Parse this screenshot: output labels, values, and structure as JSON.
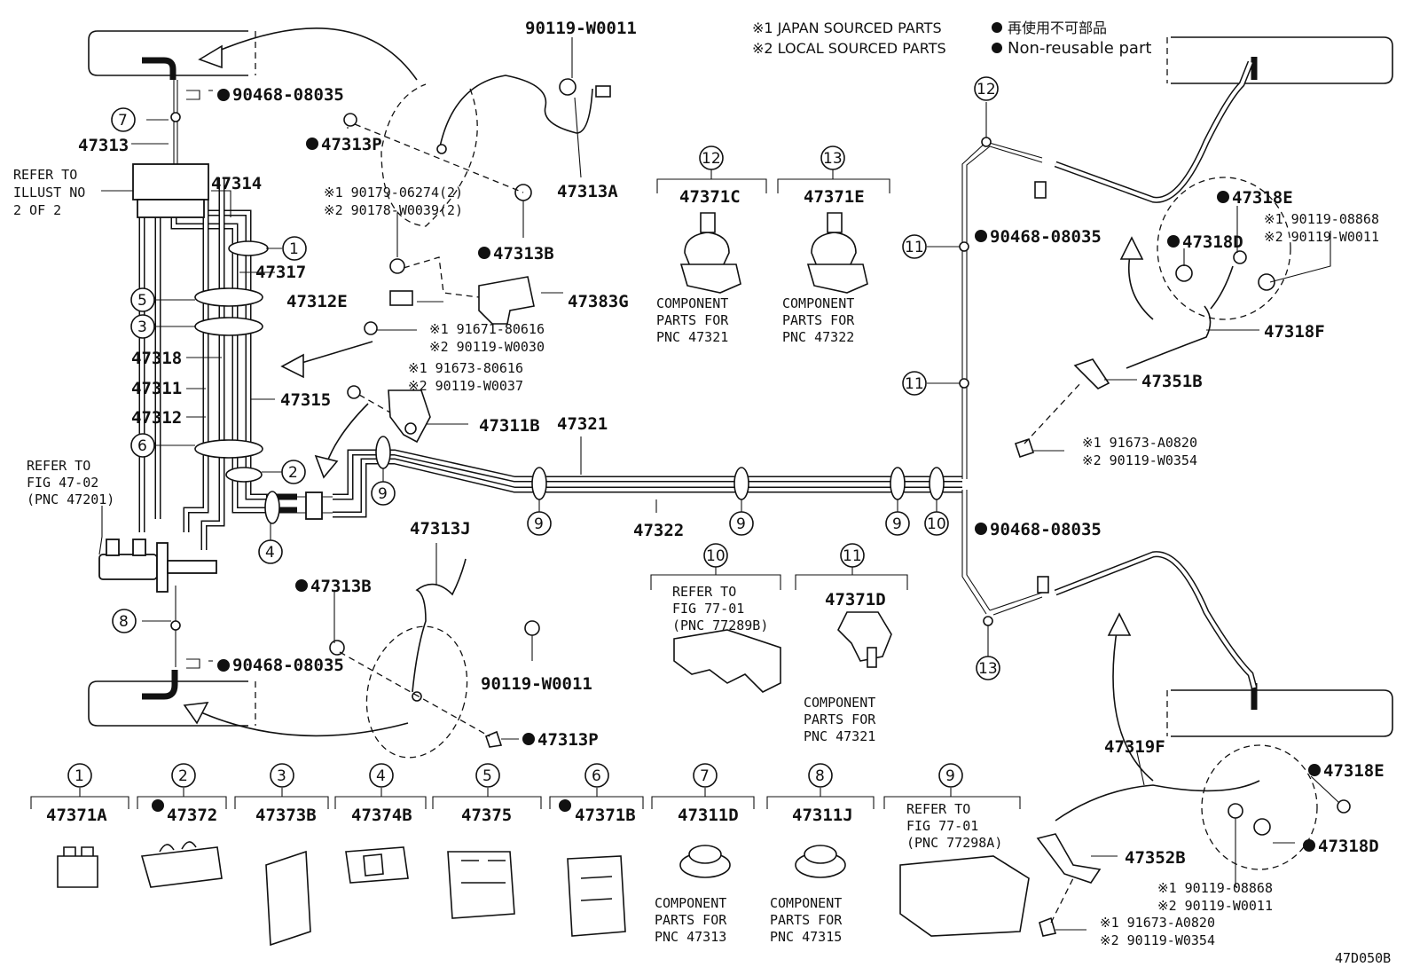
{
  "legend": {
    "japan": "※1 JAPAN SOURCED PARTS",
    "local": "※2 LOCAL SOURCED PARTS",
    "nonreusable_jp": "再使用不可部品",
    "nonreusable_en": "Non-reusable part"
  },
  "refer": {
    "illust_1": "REFER TO",
    "illust_2": "ILLUST NO",
    "illust_3": "2 OF 2",
    "fig_1": "REFER TO",
    "fig_2": "FIG 47-02",
    "fig_3": "(PNC 47201)"
  },
  "parts": {
    "p47313": "47313",
    "p47314": "47314",
    "p47317": "47317",
    "p47318": "47318",
    "p47311": "47311",
    "p47312": "47312",
    "p47315": "47315",
    "p47313P_top": "47313P",
    "p47313A": "47313A",
    "p47313B_top": "47313B",
    "p47312E": "47312E",
    "p47383G": "47383G",
    "p47311B": "47311B",
    "p47321": "47321",
    "p47322": "47322",
    "p47313J": "47313J",
    "p47313B_bot": "47313B",
    "p47313P_bot": "47313P",
    "p47318E_top": "47318E",
    "p47318D_top": "47318D",
    "p47318F": "47318F",
    "p47351B": "47351B",
    "p47319F": "47319F",
    "p47318E_bot": "47318E",
    "p47318D_bot": "47318D",
    "p47352B": "47352B",
    "b90119_W0011_top": "90119-W0011",
    "b90119_W0011_mid": "90119-W0011",
    "b90468_top": "90468-08035",
    "b90468_bot": "90468-08035",
    "b90468_r1": "90468-08035",
    "b90468_r2": "90468-08035",
    "s1_90179": "※1 90179-06274(2)",
    "s2_90178": "※2 90178-W0039(2)",
    "s1_91671": "※1 91671-80616",
    "s2_90119_30": "※2 90119-W0030",
    "s1_91673": "※1 91673-80616",
    "s2_90119_37": "※2 90119-W0037",
    "s1_90119_08868_top": "※1 90119-08868",
    "s2_90119_W0011_top": "※2 90119-W0011",
    "s1_91673_A0820_top": "※1 91673-A0820",
    "s2_90119_W0354_top": "※2 90119-W0354",
    "s1_90119_08868_bot": "※1 90119-08868",
    "s2_90119_W0011_bot": "※2 90119-W0011",
    "s1_91673_A0820_bot": "※1 91673-A0820",
    "s2_90119_W0354_bot": "※2 90119-W0354"
  },
  "callouts": {
    "c1": "1",
    "c2": "2",
    "c3": "3",
    "c4": "4",
    "c5": "5",
    "c6": "6",
    "c7": "7",
    "c8": "8",
    "c9a": "9",
    "c9b": "9",
    "c9c": "9",
    "c9d": "9",
    "c10": "10",
    "c11a": "11",
    "c11b": "11",
    "c12": "12",
    "c13": "13"
  },
  "upper_components": [
    {
      "num": "12",
      "part": "47371C",
      "note1": "COMPONENT",
      "note2": "PARTS FOR",
      "note3": "PNC 47321"
    },
    {
      "num": "13",
      "part": "47371E",
      "note1": "COMPONENT",
      "note2": "PARTS FOR",
      "note3": "PNC 47322"
    }
  ],
  "middle_components": [
    {
      "num": "10",
      "ref1": "REFER TO",
      "ref2": "FIG 77-01",
      "ref3": "(PNC 77289B)"
    },
    {
      "num": "11",
      "part": "47371D",
      "note1": "COMPONENT",
      "note2": "PARTS FOR",
      "note3": "PNC 47321"
    }
  ],
  "bottom_row": [
    {
      "num": "1",
      "part": "47371A",
      "nonreusable": false
    },
    {
      "num": "2",
      "part": "47372",
      "nonreusable": true
    },
    {
      "num": "3",
      "part": "47373B",
      "nonreusable": false
    },
    {
      "num": "4",
      "part": "47374B",
      "nonreusable": false
    },
    {
      "num": "5",
      "part": "47375",
      "nonreusable": false
    },
    {
      "num": "6",
      "part": "47371B",
      "nonreusable": true
    },
    {
      "num": "7",
      "part": "47311D",
      "note1": "COMPONENT",
      "note2": "PARTS FOR",
      "note3": "PNC 47313"
    },
    {
      "num": "8",
      "part": "47311J",
      "note1": "COMPONENT",
      "note2": "PARTS FOR",
      "note3": "PNC 47315"
    },
    {
      "num": "9",
      "ref1": "REFER TO",
      "ref2": "FIG 77-01",
      "ref3": "(PNC 77298A)"
    }
  ],
  "diagram_id": "47D050B"
}
